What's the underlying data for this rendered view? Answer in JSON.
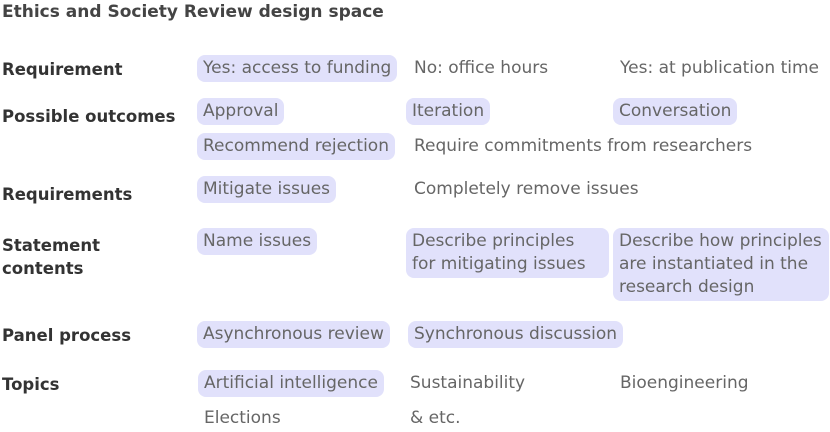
{
  "title": "Ethics and Society Review design space",
  "rows": [
    {
      "label": "Requirement",
      "options": [
        {
          "text": "Yes: access to funding",
          "selected": true
        },
        {
          "text": "No: office hours",
          "selected": false
        },
        {
          "text": "Yes: at publication time",
          "selected": false
        }
      ]
    },
    {
      "label": "Possible outcomes",
      "options": [
        {
          "text": "Approval",
          "selected": true
        },
        {
          "text": "Iteration",
          "selected": true
        },
        {
          "text": "Conversation",
          "selected": true
        },
        {
          "text": "Recommend rejection",
          "selected": true
        },
        {
          "text": "Require commitments from researchers",
          "selected": false
        }
      ]
    },
    {
      "label": "Requirements",
      "options": [
        {
          "text": "Mitigate issues",
          "selected": true
        },
        {
          "text": "Completely remove issues",
          "selected": false
        }
      ]
    },
    {
      "label": "Statement contents",
      "options": [
        {
          "text": "Name issues",
          "selected": true
        },
        {
          "text": "Describe principles for mitigating issues",
          "selected": true
        },
        {
          "text": "Describe how principles are instantiated in the research design",
          "selected": true
        }
      ]
    },
    {
      "label": "Panel process",
      "options": [
        {
          "text": "Asynchronous review",
          "selected": true
        },
        {
          "text": "Synchronous discussion",
          "selected": true
        }
      ]
    },
    {
      "label": "Topics",
      "options": [
        {
          "text": "Artificial intelligence",
          "selected": true
        },
        {
          "text": "Sustainability",
          "selected": false
        },
        {
          "text": "Bioengineering",
          "selected": false
        },
        {
          "text": "Elections",
          "selected": false
        },
        {
          "text": "& etc.",
          "selected": false
        }
      ]
    }
  ]
}
